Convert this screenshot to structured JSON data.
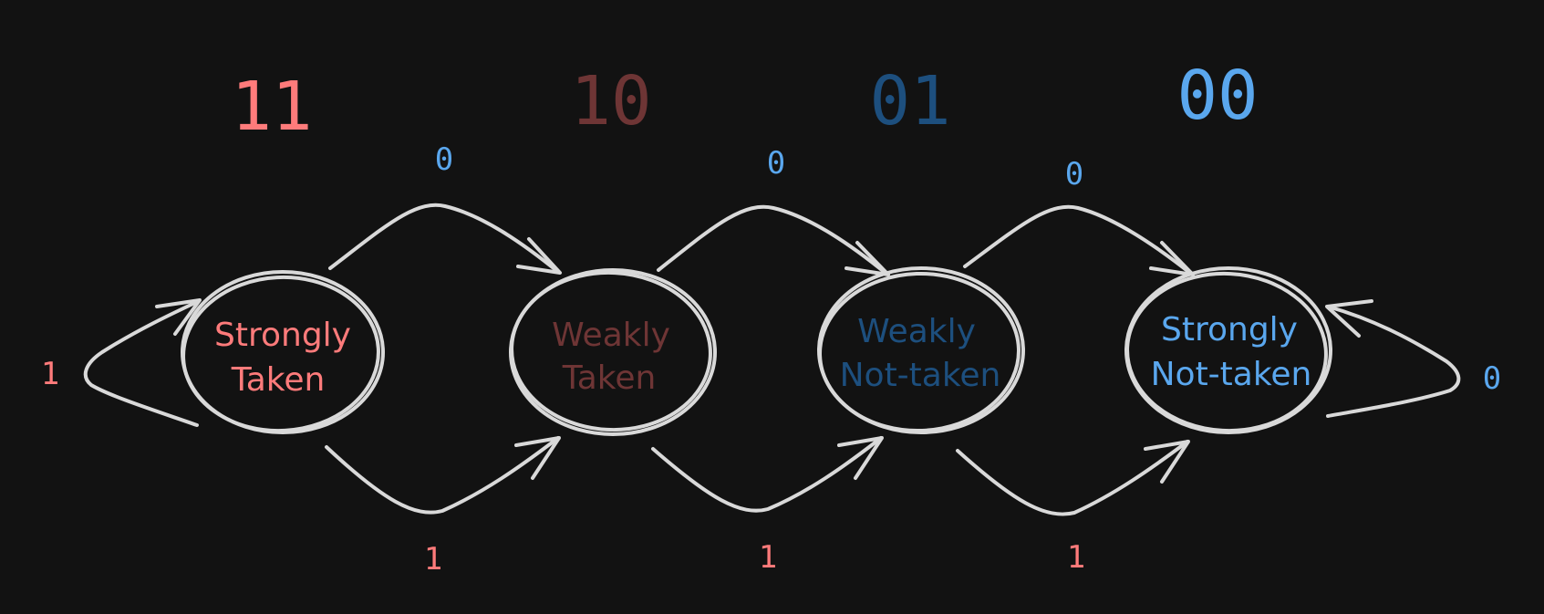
{
  "colors": {
    "background": "#121212",
    "stroke": "#d9d9d9",
    "strong_taken": "#ff7b7b",
    "weak_taken": "#6e3535",
    "weak_not_taken": "#1d4f7e",
    "strong_not_taken": "#5aa7ee"
  },
  "states": [
    {
      "id": "strongly-taken",
      "code": "11",
      "line1": "Strongly",
      "line2": "Taken"
    },
    {
      "id": "weakly-taken",
      "code": "10",
      "line1": "Weakly",
      "line2": "Taken"
    },
    {
      "id": "weakly-not-taken",
      "code": "01",
      "line1": "Weakly",
      "line2": "Not-taken"
    },
    {
      "id": "strongly-not-taken",
      "code": "00",
      "line1": "Strongly",
      "line2": "Not-taken"
    }
  ],
  "transitions": {
    "top": [
      "0",
      "0",
      "0"
    ],
    "bottom": [
      "1",
      "1",
      "1"
    ],
    "self_left": "1",
    "self_right": "0"
  }
}
